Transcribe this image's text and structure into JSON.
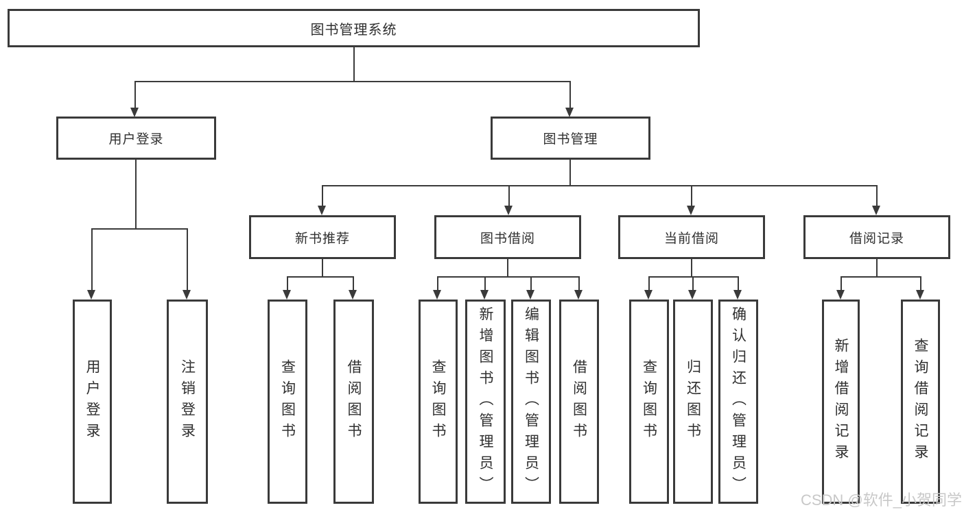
{
  "root": {
    "label": "图书管理系统"
  },
  "branches": {
    "user_login": {
      "label": "用户登录",
      "children": {
        "login": "用户登录",
        "logout": "注销登录"
      }
    },
    "book_management": {
      "label": "图书管理",
      "children": {
        "new_book_recommend": {
          "label": "新书推荐",
          "children": {
            "query_books": "查询图书",
            "borrow_books": "借阅图书"
          }
        },
        "book_borrowing": {
          "label": "图书借阅",
          "children": {
            "query_books": "查询图书",
            "add_book_admin": "新增图书（管理员）",
            "edit_book_admin": "编辑图书（管理员）",
            "borrow_books": "借阅图书"
          }
        },
        "current_borrowing": {
          "label": "当前借阅",
          "children": {
            "query_books": "查询图书",
            "return_books": "归还图书",
            "confirm_return_admin": "确认归还（管理员）"
          }
        },
        "borrowing_records": {
          "label": "借阅记录",
          "children": {
            "add_borrow_record": "新增借阅记录",
            "query_borrow_record": "查询借阅记录"
          }
        }
      }
    }
  },
  "watermark": "CSDN @软件_小贺同学",
  "colors": {
    "line": "#3a3a3a",
    "text": "#2f2f2f",
    "background": "#ffffff",
    "watermark": "#c8c8c8"
  }
}
